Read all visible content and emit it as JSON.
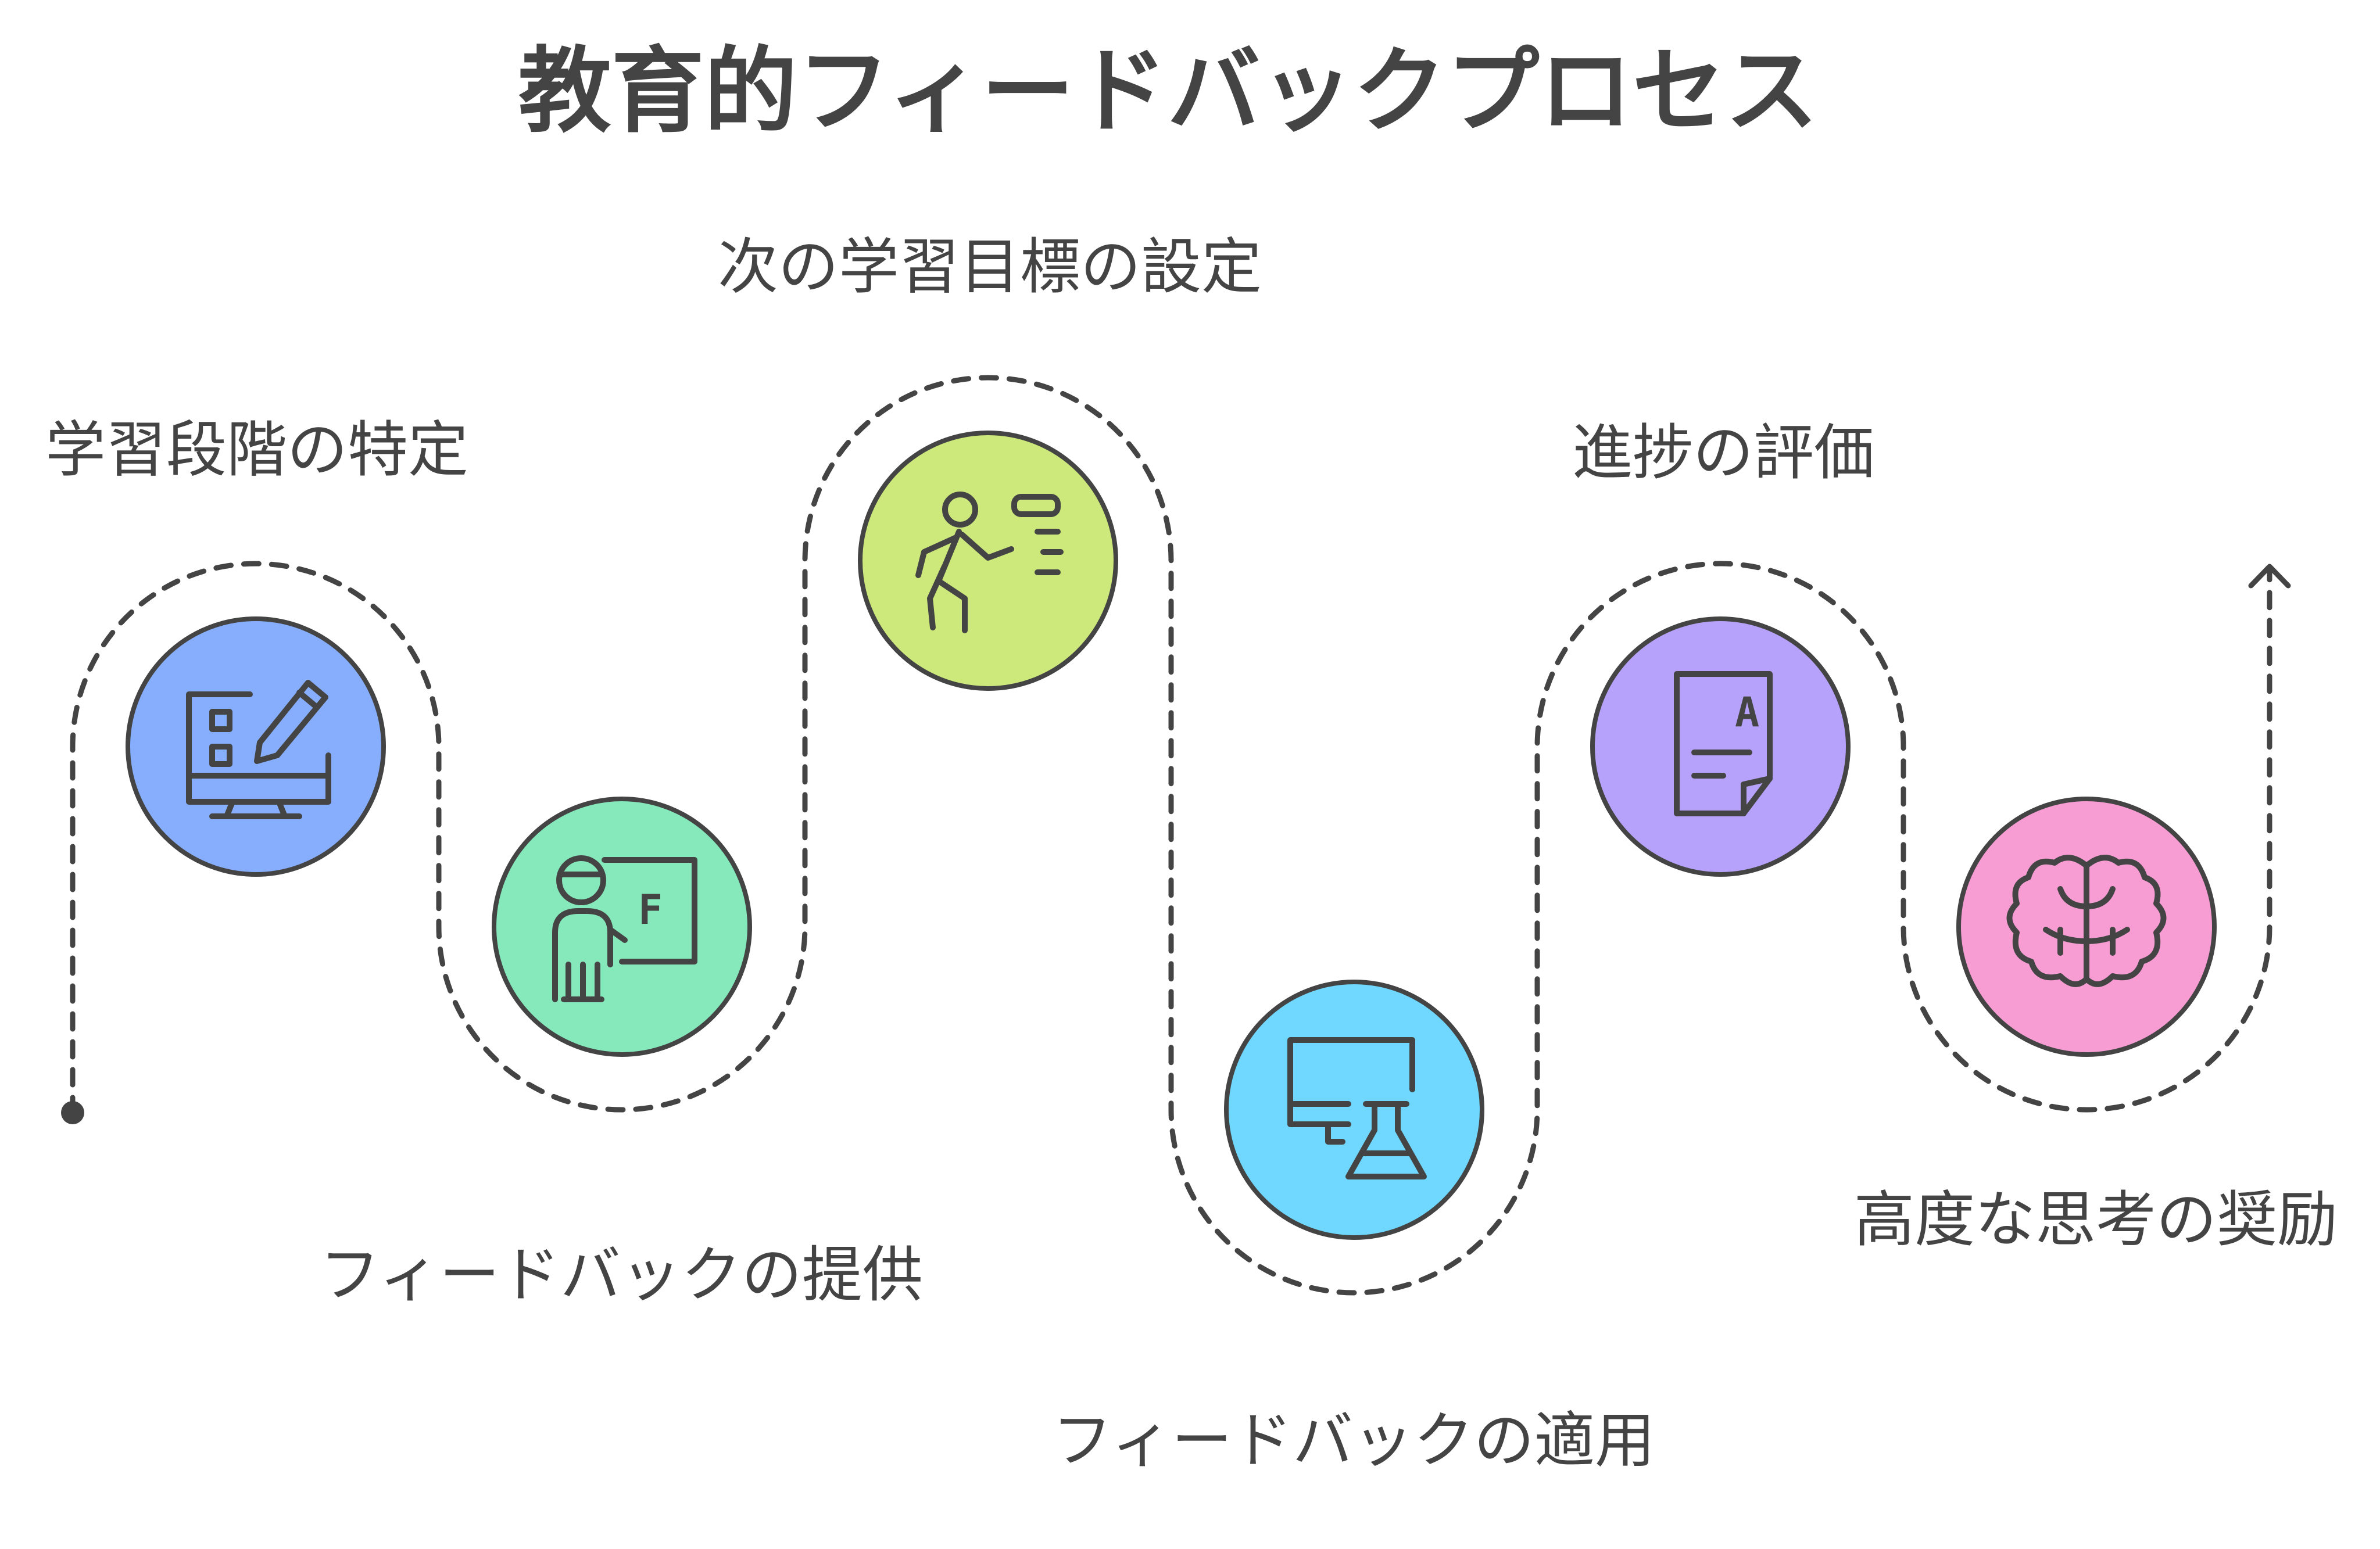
{
  "title": "教育的フィードバックプロセス",
  "steps": [
    {
      "label": "学習段階の特定",
      "color": "#86AEFC",
      "icon": "monitor-edit-icon"
    },
    {
      "label": "フィードバックの提供",
      "color": "#86E9BC",
      "icon": "teacher-board-icon",
      "icon_text": "F"
    },
    {
      "label": "次の学習目標の設定",
      "color": "#CDE97C",
      "icon": "running-person-icon"
    },
    {
      "label": "フィードバックの適用",
      "color": "#70D7FE",
      "icon": "computer-flask-icon"
    },
    {
      "label": "進捗の評価",
      "color": "#B7A2FB",
      "icon": "graded-paper-icon",
      "icon_text": "A"
    },
    {
      "label": "高度な思考の奨励",
      "color": "#F79DD3",
      "icon": "brain-icon"
    }
  ]
}
